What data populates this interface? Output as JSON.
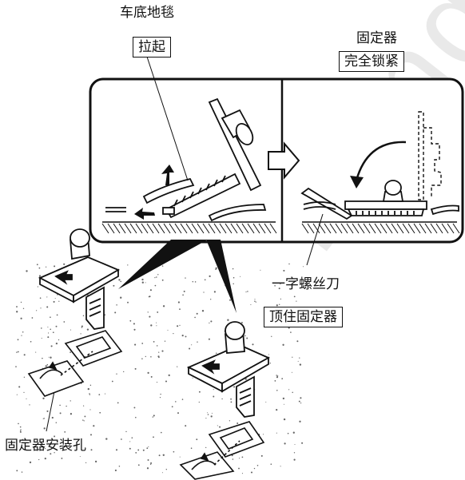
{
  "watermark": "Honda",
  "labels": {
    "carpet": "车底地毯",
    "pull_up": "拉起",
    "fastener": "固定器",
    "fully_locked": "完全锁紧",
    "screwdriver": "一字螺丝刀",
    "hold_fastener": "顶住固定器",
    "mount_hole": "固定器安装孔"
  },
  "colors": {
    "line": "#111111",
    "watermark": "#e9e9e9",
    "background": "#ffffff"
  }
}
